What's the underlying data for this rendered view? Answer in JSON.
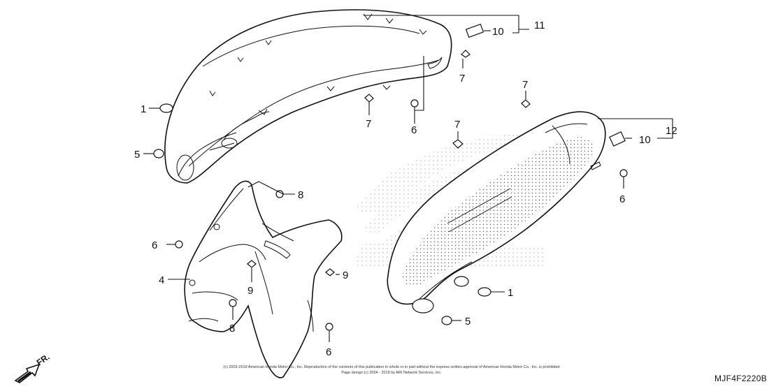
{
  "diagram": {
    "code": "MJF4F2220B",
    "front_marker": "FR.",
    "copyright_line_1": "(c) 2003-2019 American Honda Motor Co., Inc. Reproduction of the contents of this publication in whole or in part without the express written approval of American Honda Motor Co., Inc. is prohibited",
    "copyright_line_2": "Page design (c) 2004 - 2019 by ARI Network Services, Inc.",
    "callouts": [
      {
        "id": "c1a",
        "label": "1"
      },
      {
        "id": "c5a",
        "label": "5"
      },
      {
        "id": "c10a",
        "label": "10"
      },
      {
        "id": "c11",
        "label": "11"
      },
      {
        "id": "c7a",
        "label": "7"
      },
      {
        "id": "c7b",
        "label": "7"
      },
      {
        "id": "c6a",
        "label": "6"
      },
      {
        "id": "c7c",
        "label": "7"
      },
      {
        "id": "c7d",
        "label": "7"
      },
      {
        "id": "c10b",
        "label": "10"
      },
      {
        "id": "c12",
        "label": "12"
      },
      {
        "id": "c6b",
        "label": "6"
      },
      {
        "id": "c8a",
        "label": "8"
      },
      {
        "id": "c6c",
        "label": "6"
      },
      {
        "id": "c4",
        "label": "4"
      },
      {
        "id": "c9a",
        "label": "9"
      },
      {
        "id": "c9b",
        "label": "9"
      },
      {
        "id": "c8b",
        "label": "8"
      },
      {
        "id": "c6d",
        "label": "6"
      },
      {
        "id": "c1b",
        "label": "1"
      },
      {
        "id": "c5b",
        "label": "5"
      }
    ]
  }
}
